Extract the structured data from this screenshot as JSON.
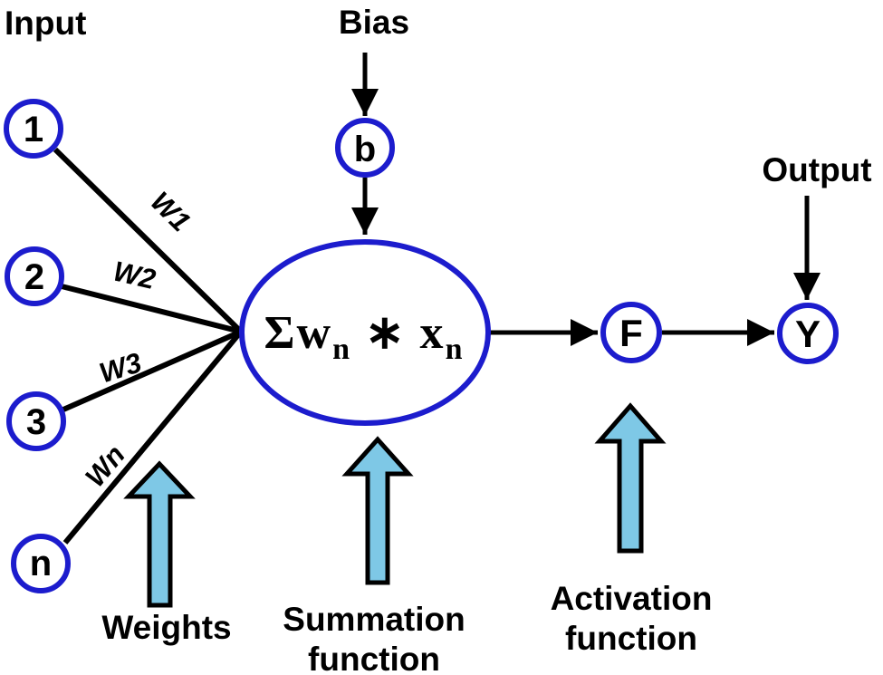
{
  "colors": {
    "node_stroke": "#1c1ccd",
    "arrow_fill": "#7ec8e6",
    "line": "#000000",
    "text": "#000000"
  },
  "labels": {
    "input": "Input",
    "bias": "Bias",
    "output": "Output",
    "weights": "Weights",
    "summation_line1": "Summation",
    "summation_line2": "function",
    "activation_line1": "Activation",
    "activation_line2": "function"
  },
  "nodes": {
    "input1": "1",
    "input2": "2",
    "input3": "3",
    "inputn": "n",
    "bias": "b",
    "activation": "F",
    "output": "Y"
  },
  "weight_labels": {
    "w1": "W1",
    "w2": "W2",
    "w3": "W3",
    "wn": "Wn"
  },
  "formula": {
    "part1": "Σw",
    "sub1": "n",
    "part2": " ∗ x",
    "sub2": "n"
  }
}
